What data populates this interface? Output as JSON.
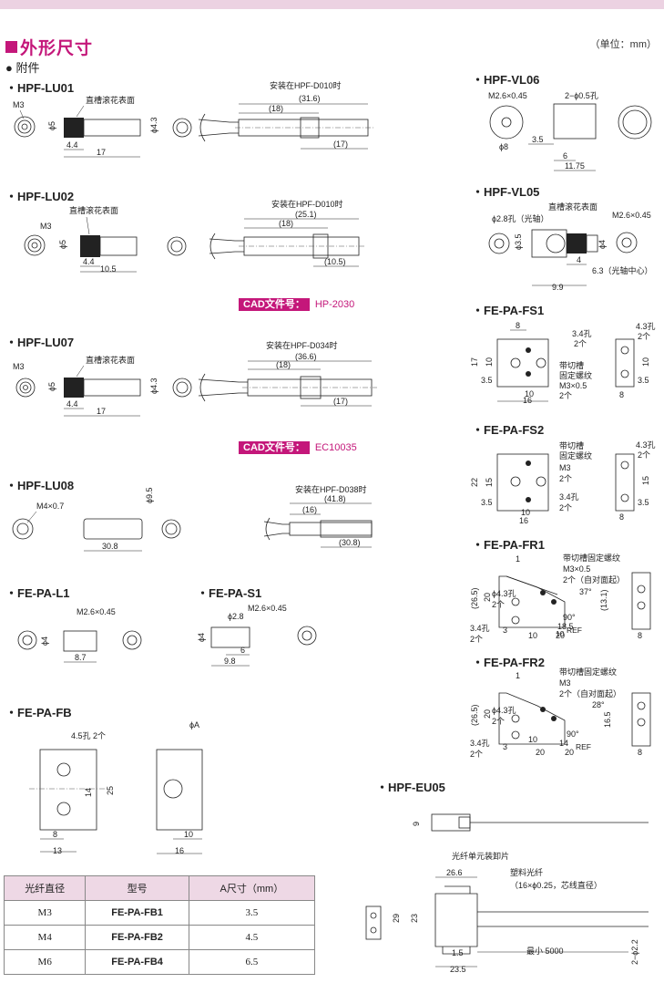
{
  "header": {
    "title": "外形尺寸",
    "unit": "（单位：mm）",
    "subtitle": "● 附件"
  },
  "sections": {
    "lu01": "・HPF-LU01",
    "lu02": "・HPF-LU02",
    "lu07": "・HPF-LU07",
    "lu08": "・HPF-LU08",
    "l1": "・FE-PA-L1",
    "s1": "・FE-PA-S1",
    "fb": "・FE-PA-FB",
    "vl06": "・HPF-VL06",
    "vl05": "・HPF-VL05",
    "fs1": "・FE-PA-FS1",
    "fs2": "・FE-PA-FS2",
    "fr1": "・FE-PA-FR1",
    "fr2": "・FE-PA-FR2",
    "eu05": "・HPF-EU05"
  },
  "cad": {
    "label": "CAD文件号：",
    "lu02": "HP-2030",
    "lu07": "EC10035"
  },
  "labels": {
    "knurl": "直槽滚花表面",
    "mount_d010": "安装在HPF-D010时",
    "mount_d034": "安装在HPF-D034时",
    "mount_d038": "安装在HPF-D038时",
    "m3": "M3",
    "m4x07": "M4×0.7",
    "m26x045": "M2.6×0.45",
    "phi5": "ϕ5",
    "phi43": "ϕ4.3",
    "phi95": "ϕ9.5",
    "phi4": "ϕ4",
    "phi28": "ϕ2.8",
    "phi8": "ϕ8",
    "phiA": "ϕA",
    "d44": "4.4",
    "d17": "17",
    "d105": "10.5",
    "d308": "30.8",
    "d87": "8.7",
    "d6": "6",
    "d98": "9.8",
    "lu01_total": "(31.6)",
    "lu01_a": "(18)",
    "lu01_b": "(17)",
    "lu02_total": "(25.1)",
    "lu02_a": "(18)",
    "lu02_b": "(10.5)",
    "lu07_total": "(36.6)",
    "lu07_a": "(18)",
    "lu07_b": "(17)",
    "lu08_total": "(41.8)",
    "lu08_a": "(16)",
    "lu08_b": "(30.8)",
    "fb_hole": "4.5孔  2个",
    "fb_14": "14",
    "fb_25": "25",
    "fb_8": "8",
    "fb_13": "13",
    "fb_10": "10",
    "fb_16": "16",
    "vl06_hole": "2−ϕ0.5孔",
    "vl06_35": "3.5",
    "vl06_6": "6",
    "vl06_1175": "11.75",
    "vl05_hole": "ϕ2.8孔（光轴）",
    "vl05_phi35": "ϕ3.5",
    "vl05_4": "4",
    "vl05_99": "9.9",
    "vl05_63": "6.3（光轴中心）",
    "hole34": "3.4孔",
    "hole43": "4.3孔",
    "two": "2个",
    "fs_slot": "带切槽",
    "fs_fix": "固定螺纹",
    "fs_m3x05": "M3×0.5",
    "fs1_8": "8",
    "fs1_17": "17",
    "fs1_10": "10",
    "fs1_35": "3.5",
    "fs1_16": "16",
    "fs2_22": "22",
    "fs2_15": "15",
    "fr_fix": "带切槽固定螺纹",
    "fr_m3x05": "M3×0.5",
    "fr_m3": "M3",
    "fr_side": "2个（自对面起）",
    "fr1_1": "1",
    "fr1_265": "(26.5)",
    "fr1_20": "20",
    "fr1_phi43": "ϕ4.3孔",
    "fr1_37": "37°",
    "fr1_131": "(13.1)",
    "fr1_90": "90°",
    "fr1_185": "18.5",
    "fr1_10": "10",
    "fr1_ref": "REF",
    "fr1_3": "3",
    "fr1_8": "8",
    "fr2_28": "28°",
    "fr2_165": "16.5",
    "fr2_14": "14",
    "fr2_20": "20",
    "eu05_9": "9",
    "eu05_clip": "光纤单元装卸片",
    "eu05_266": "26.6",
    "eu05_fiber": "塑料光纤",
    "eu05_core": "（16×ϕ0.25，芯线直径）",
    "eu05_29": "29",
    "eu05_23": "23",
    "eu05_15": "1.5",
    "eu05_min": "最小 5000",
    "eu05_235": "23.5",
    "eu05_phi22": "2−ϕ2.2"
  },
  "fb_table": {
    "headers": [
      "光纤直径",
      "型号",
      "A尺寸（mm）"
    ],
    "rows": [
      [
        "M3",
        "FE-PA-FB1",
        "3.5"
      ],
      [
        "M4",
        "FE-PA-FB2",
        "4.5"
      ],
      [
        "M6",
        "FE-PA-FB4",
        "6.5"
      ]
    ]
  }
}
